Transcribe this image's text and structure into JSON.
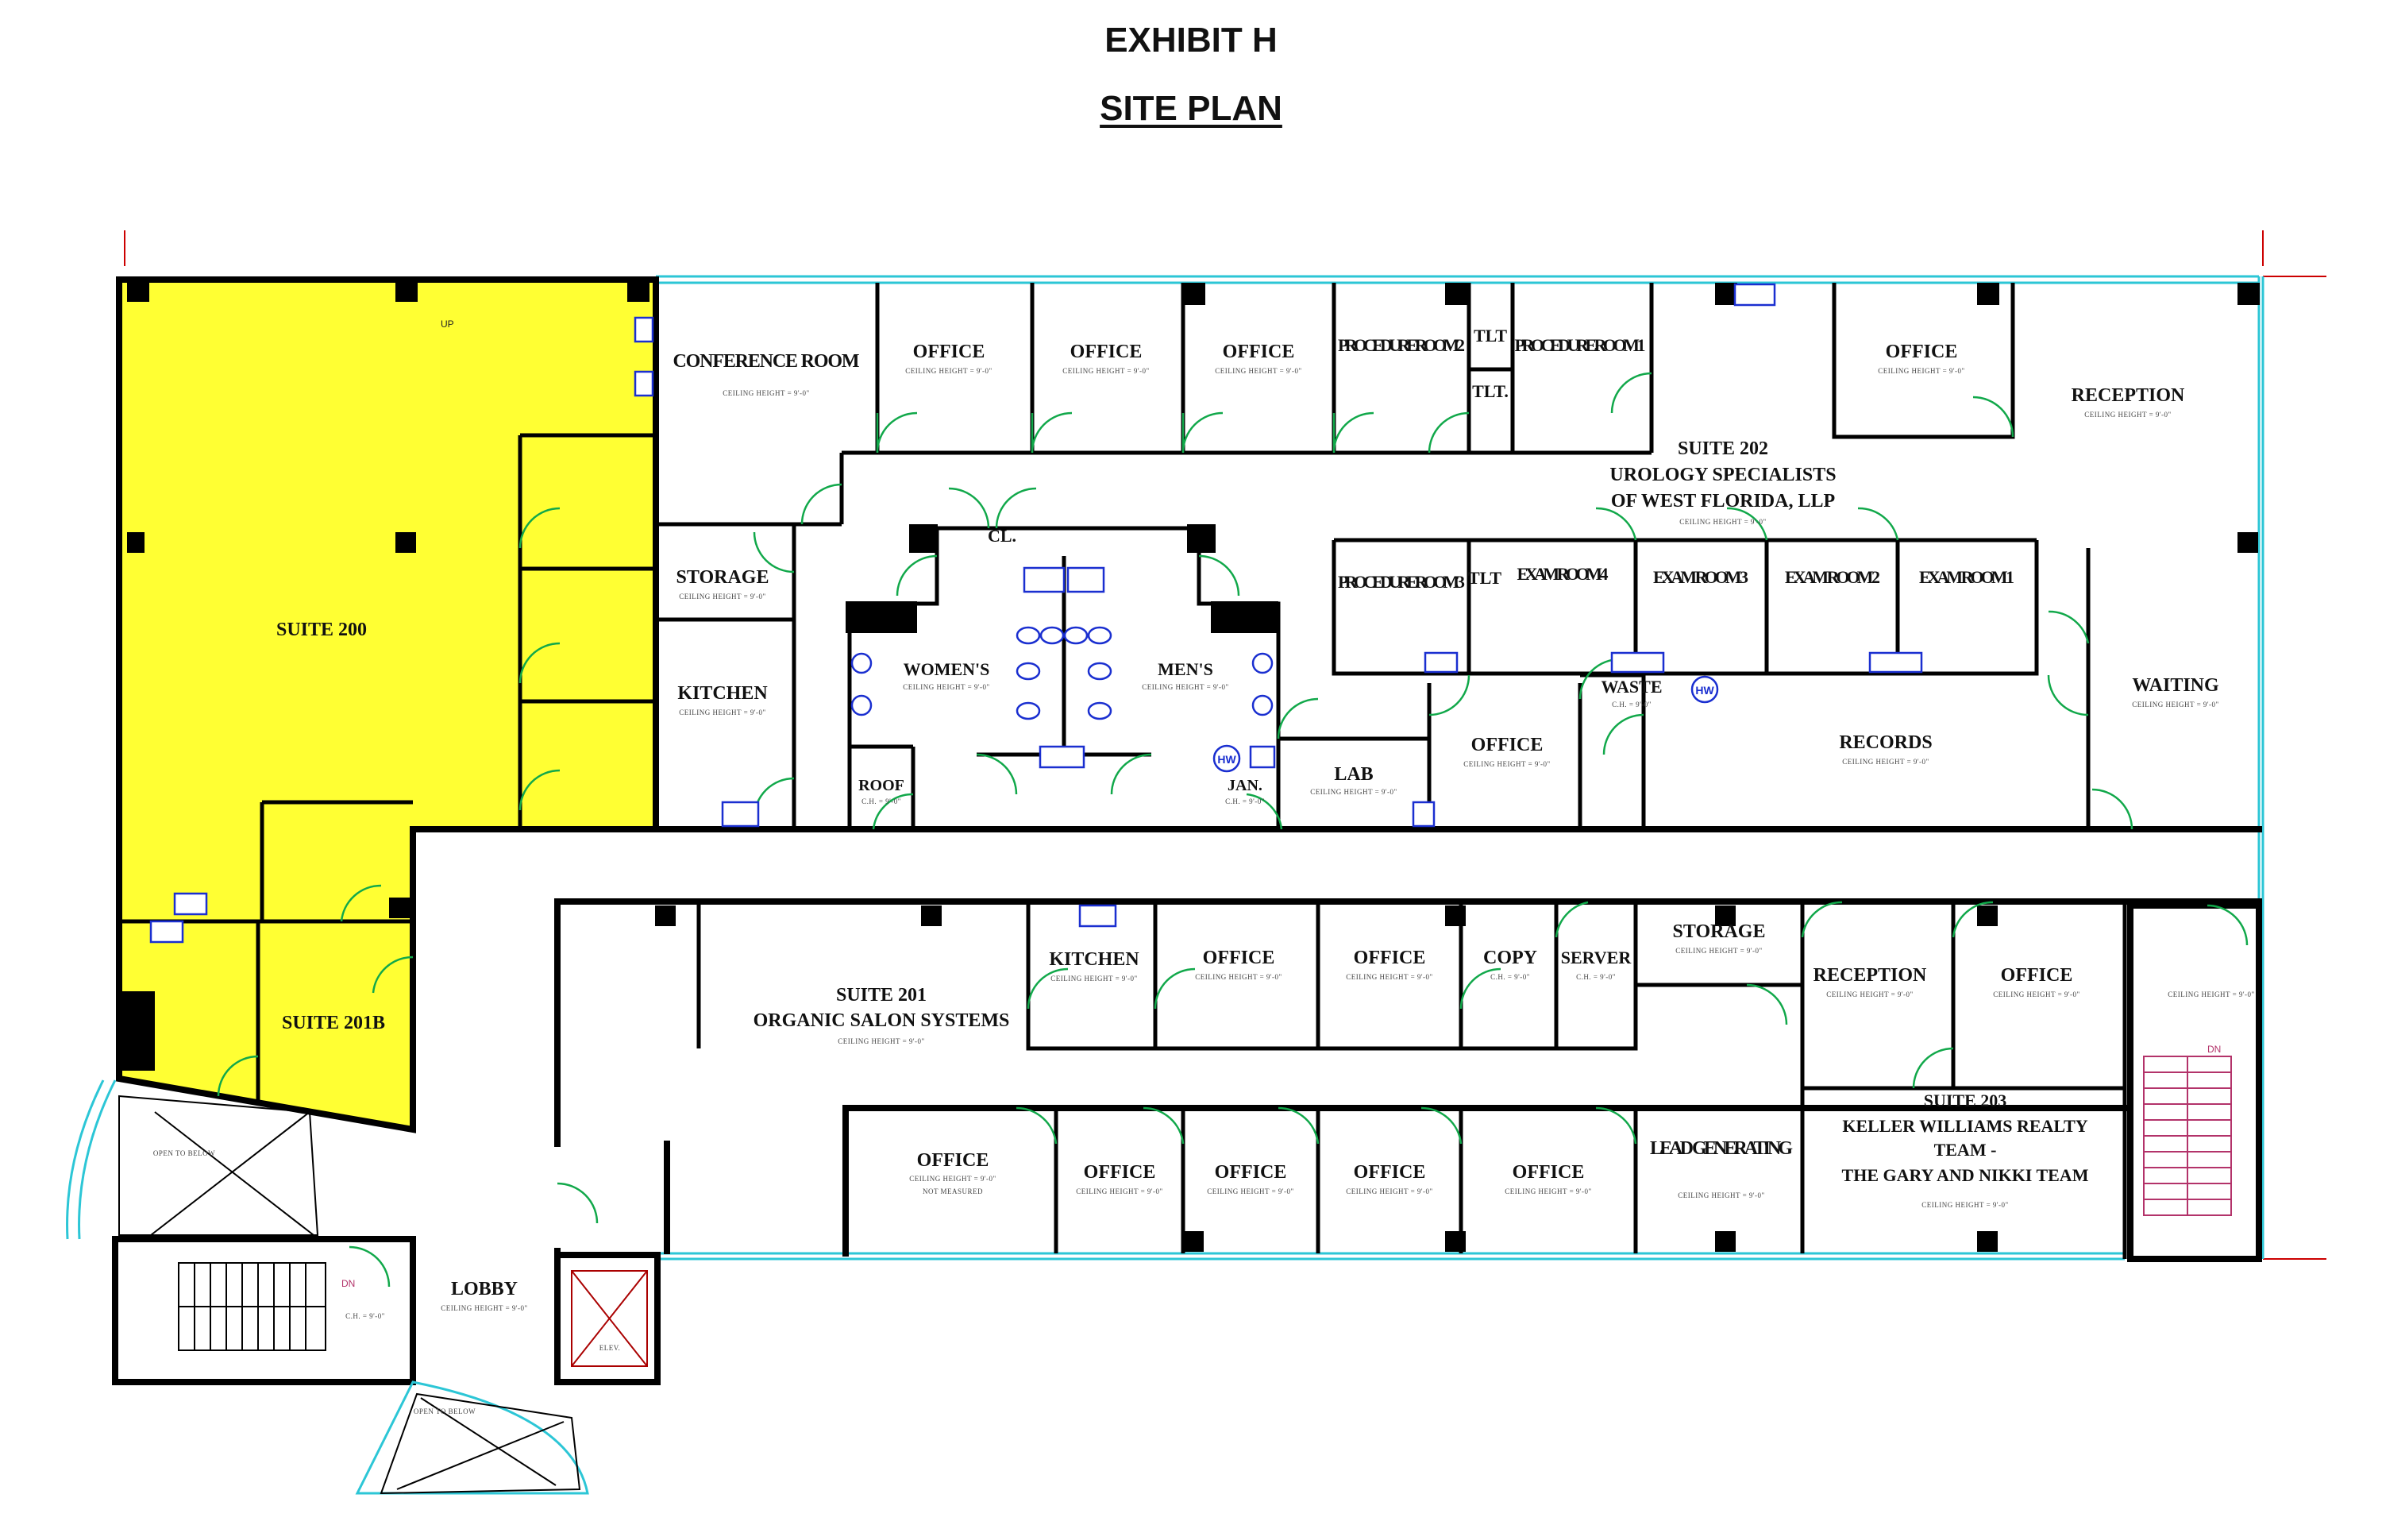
{
  "header": {
    "exhibit": "EXHIBIT H",
    "title": "SITE PLAN"
  },
  "colors": {
    "highlight": "#ffff33",
    "wall": "#000000",
    "door": "#11a84a",
    "window": "#2cc6d6",
    "fixture": "#1a2fd0"
  },
  "rooms": {
    "suite200": "SUITE 200",
    "suite201b": "SUITE 201B",
    "conference": "CONFERENCE ROOM",
    "office_1": "OFFICE",
    "office_2": "OFFICE",
    "office_3": "OFFICE",
    "procedure2": "PROCEDURE ROOM 2",
    "tlt_1": "TLT",
    "tlt_2": "TLT.",
    "procedure1": "PROCEDURE ROOM 1",
    "office_4": "OFFICE",
    "reception_1": "RECEPTION",
    "suite202": "SUITE 202",
    "suite202_tenant_1": "UROLOGY SPECIALISTS",
    "suite202_tenant_2": "OF WEST FLORIDA, LLP",
    "cl": "CL.",
    "storage_1": "STORAGE",
    "kitchen_1": "KITCHEN",
    "womens": "WOMEN'S",
    "mens": "MEN'S",
    "roof": "ROOF",
    "jan": "JAN.",
    "lab": "LAB",
    "office_5": "OFFICE",
    "procedure3": "PROCEDURE ROOM 3",
    "tlt_3": "TLT",
    "exam4": "EXAM ROOM 4",
    "exam3": "EXAM ROOM 3",
    "exam2": "EXAM ROOM 2",
    "exam1": "EXAM ROOM 1",
    "waste": "WASTE",
    "records": "RECORDS",
    "waiting": "WAITING",
    "suite201": "SUITE 201",
    "suite201_tenant": "ORGANIC SALON SYSTEMS",
    "kitchen_2": "KITCHEN",
    "office_6": "OFFICE",
    "office_7": "OFFICE",
    "copy": "COPY",
    "server": "SERVER",
    "storage_2": "STORAGE",
    "reception_2": "RECEPTION",
    "office_8": "OFFICE",
    "suite203": "SUITE 203",
    "suite203_tenant_1": "KELLER WILLIAMS REALTY",
    "suite203_tenant_2": "TEAM -",
    "suite203_tenant_3": "THE GARY AND NIKKI TEAM",
    "lead": "LEAD GENERATING",
    "office_9": "OFFICE",
    "office_10": "OFFICE",
    "office_11": "OFFICE",
    "office_12": "OFFICE",
    "office_13": "OFFICE",
    "not_measured": "NOT MEASURED",
    "lobby": "LOBBY",
    "open_below_1": "OPEN TO BELOW",
    "open_below_2": "OPEN TO BELOW",
    "elev": "ELEV.",
    "dn_1": "DN",
    "dn_2": "DN",
    "up": "UP",
    "hw_1": "HW",
    "hw_2": "HW"
  },
  "notes": {
    "ceiling": "CEILING HEIGHT = 9'-0\"",
    "ch": "C.H. = 9'-0\""
  }
}
